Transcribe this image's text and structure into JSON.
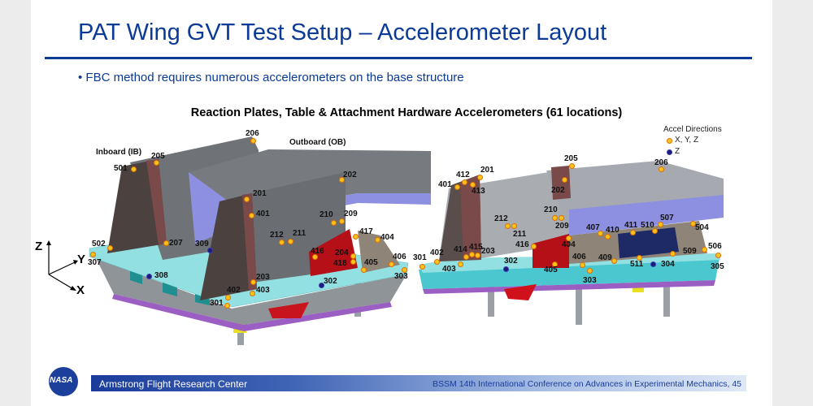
{
  "slide": {
    "title": "PAT Wing GVT Test Setup – Accelerometer Layout",
    "bullet": "•  FBC method requires numerous accelerometers on the base structure",
    "heading": "Reaction Plates, Table & Attachment Hardware  Accelerometers (61 locations)"
  },
  "left_view": {
    "inboard_label": "Inboard (IB)",
    "outboard_label": "Outboard (OB)",
    "axes": {
      "z": "Z",
      "y": "Y",
      "x": "X"
    },
    "points": [
      {
        "id": "206",
        "type": "xyz"
      },
      {
        "id": "205",
        "type": "xyz"
      },
      {
        "id": "501",
        "type": "xyz"
      },
      {
        "id": "202",
        "type": "xyz"
      },
      {
        "id": "201",
        "type": "xyz"
      },
      {
        "id": "401",
        "type": "xyz"
      },
      {
        "id": "210",
        "type": "xyz"
      },
      {
        "id": "209",
        "type": "xyz"
      },
      {
        "id": "212",
        "type": "xyz"
      },
      {
        "id": "211",
        "type": "xyz"
      },
      {
        "id": "417",
        "type": "xyz"
      },
      {
        "id": "404",
        "type": "xyz"
      },
      {
        "id": "416",
        "type": "xyz"
      },
      {
        "id": "204",
        "type": "xyz"
      },
      {
        "id": "418",
        "type": "xyz"
      },
      {
        "id": "405",
        "type": "xyz"
      },
      {
        "id": "406",
        "type": "xyz"
      },
      {
        "id": "303",
        "type": "xyz"
      },
      {
        "id": "502",
        "type": "xyz"
      },
      {
        "id": "207",
        "type": "xyz"
      },
      {
        "id": "309",
        "type": "z"
      },
      {
        "id": "307",
        "type": "xyz"
      },
      {
        "id": "308",
        "type": "z"
      },
      {
        "id": "203",
        "type": "xyz"
      },
      {
        "id": "302",
        "type": "z"
      },
      {
        "id": "402",
        "type": "xyz"
      },
      {
        "id": "403",
        "type": "xyz"
      },
      {
        "id": "301",
        "type": "xyz"
      }
    ]
  },
  "right_view": {
    "points": [
      {
        "id": "205",
        "type": "xyz"
      },
      {
        "id": "206",
        "type": "xyz"
      },
      {
        "id": "412",
        "type": "xyz"
      },
      {
        "id": "201",
        "type": "xyz"
      },
      {
        "id": "401",
        "type": "xyz"
      },
      {
        "id": "413",
        "type": "xyz"
      },
      {
        "id": "202",
        "type": "xyz"
      },
      {
        "id": "210",
        "type": "xyz"
      },
      {
        "id": "209",
        "type": "xyz"
      },
      {
        "id": "212",
        "type": "xyz"
      },
      {
        "id": "211",
        "type": "xyz"
      },
      {
        "id": "507",
        "type": "xyz"
      },
      {
        "id": "504",
        "type": "xyz"
      },
      {
        "id": "407",
        "type": "xyz"
      },
      {
        "id": "410",
        "type": "xyz"
      },
      {
        "id": "411",
        "type": "xyz"
      },
      {
        "id": "510",
        "type": "xyz"
      },
      {
        "id": "404",
        "type": "xyz"
      },
      {
        "id": "416",
        "type": "xyz"
      },
      {
        "id": "414",
        "type": "xyz"
      },
      {
        "id": "415",
        "type": "xyz"
      },
      {
        "id": "203",
        "type": "xyz"
      },
      {
        "id": "509",
        "type": "xyz"
      },
      {
        "id": "506",
        "type": "xyz"
      },
      {
        "id": "305",
        "type": "xyz"
      },
      {
        "id": "301",
        "type": "xyz"
      },
      {
        "id": "402",
        "type": "xyz"
      },
      {
        "id": "403",
        "type": "xyz"
      },
      {
        "id": "302",
        "type": "z"
      },
      {
        "id": "405",
        "type": "xyz"
      },
      {
        "id": "406",
        "type": "xyz"
      },
      {
        "id": "303",
        "type": "xyz"
      },
      {
        "id": "409",
        "type": "xyz"
      },
      {
        "id": "511",
        "type": "xyz"
      },
      {
        "id": "304",
        "type": "z"
      }
    ]
  },
  "legend": {
    "title": "Accel Directions",
    "xyz_label": "X, Y, Z",
    "z_label": "Z",
    "xyz_color": "#f7c31d",
    "z_color": "#1c1a7a"
  },
  "footer": {
    "logo_text": "NASA",
    "center": "Armstrong Flight Research Center",
    "conference": "BSSM 14th International Conference on Advances in Experimental Mechanics, 45"
  }
}
